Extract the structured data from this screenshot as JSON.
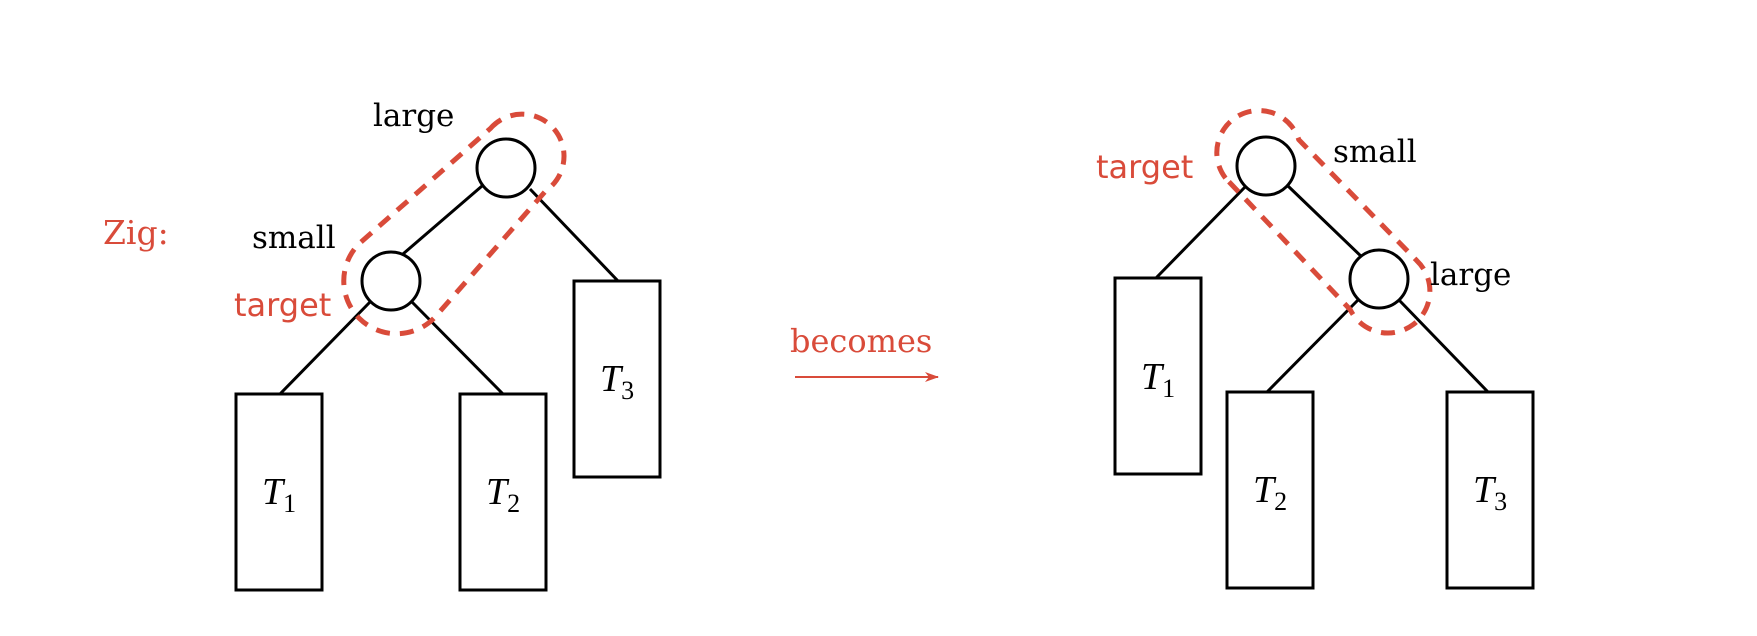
{
  "caption": "Zig:",
  "arrow_label": "becomes",
  "before": {
    "root_label": "large",
    "child_label": "small",
    "target_label": "target",
    "subtrees": [
      {
        "letter": "T",
        "index": "1"
      },
      {
        "letter": "T",
        "index": "2"
      },
      {
        "letter": "T",
        "index": "3"
      }
    ]
  },
  "after": {
    "root_label": "small",
    "child_label": "large",
    "target_label": "target",
    "subtrees": [
      {
        "letter": "T",
        "index": "1"
      },
      {
        "letter": "T",
        "index": "2"
      },
      {
        "letter": "T",
        "index": "3"
      }
    ]
  },
  "colors": {
    "accent": "#d94b3a",
    "ink": "#000000",
    "background": "#ffffff"
  }
}
